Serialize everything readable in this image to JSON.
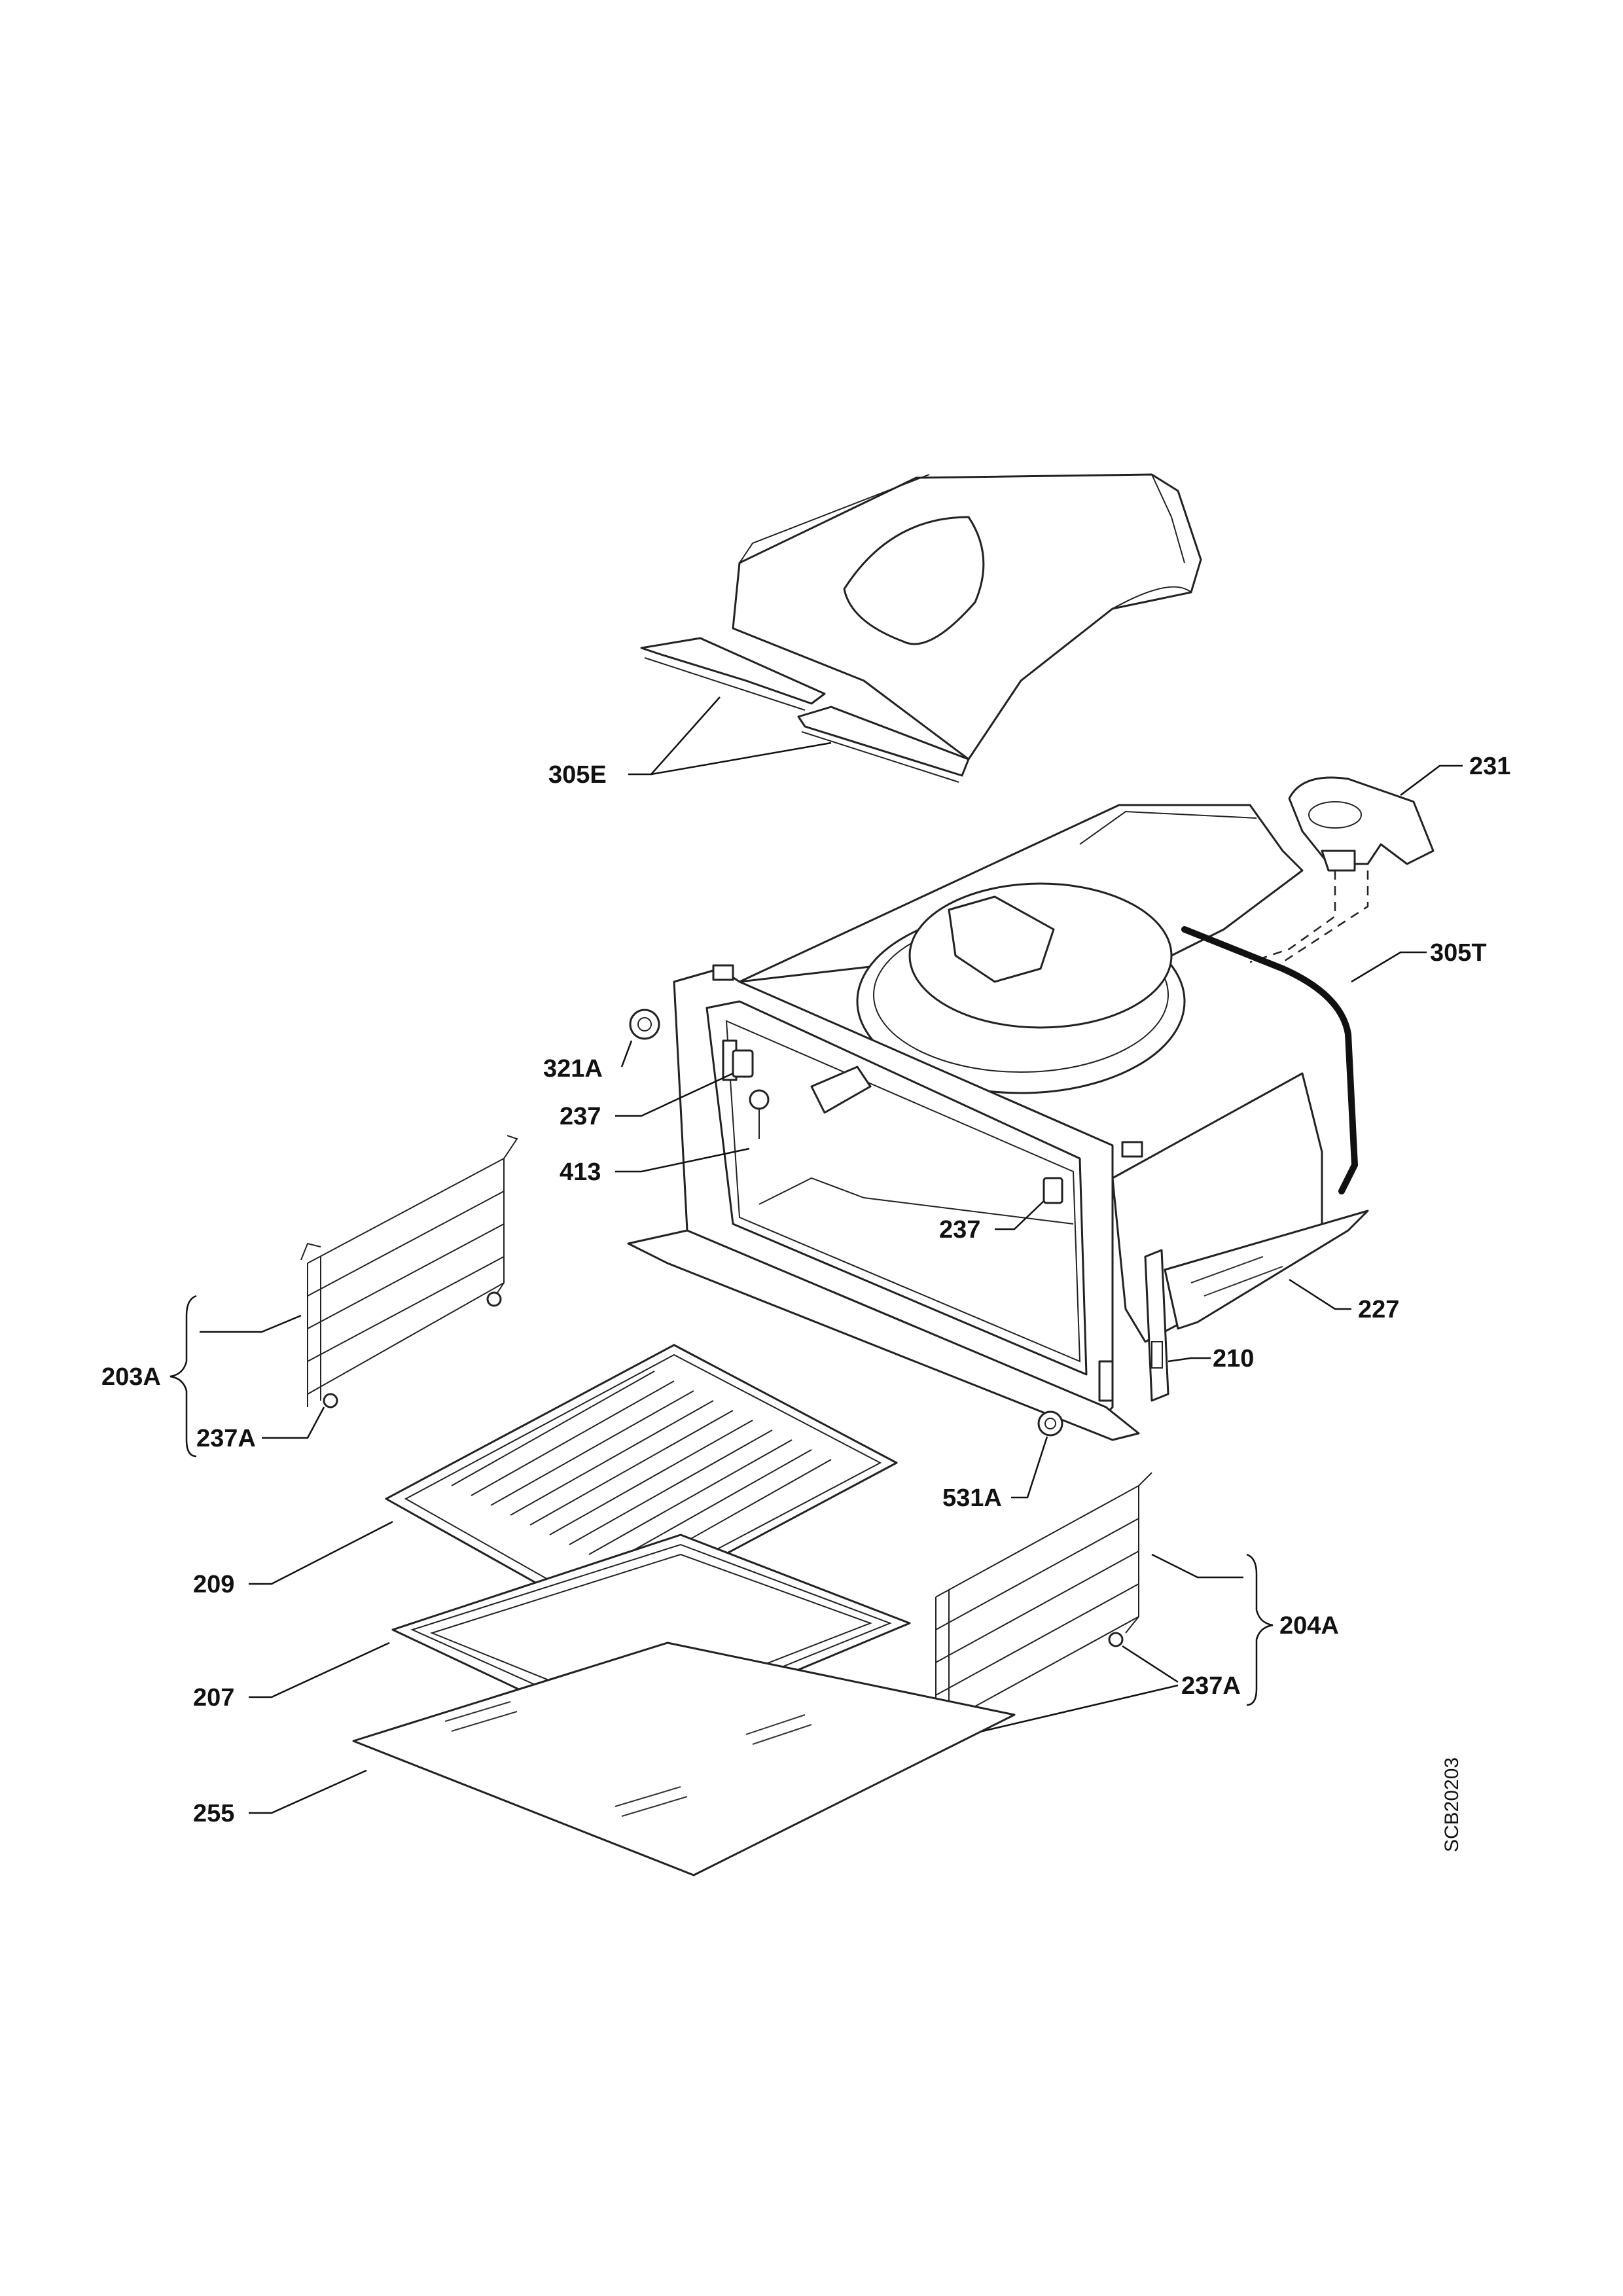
{
  "labels": {
    "p305E": "305E",
    "p231": "231",
    "p305T": "305T",
    "p321A": "321A",
    "p237_left": "237",
    "p413": "413",
    "p237_right": "237",
    "p227": "227",
    "p210": "210",
    "p203A": "203A",
    "p237A_left": "237A",
    "p531A": "531A",
    "p209": "209",
    "p204A": "204A",
    "p237A_right": "237A",
    "p207": "207",
    "p255": "255"
  },
  "drawing_code": "SCB20203"
}
